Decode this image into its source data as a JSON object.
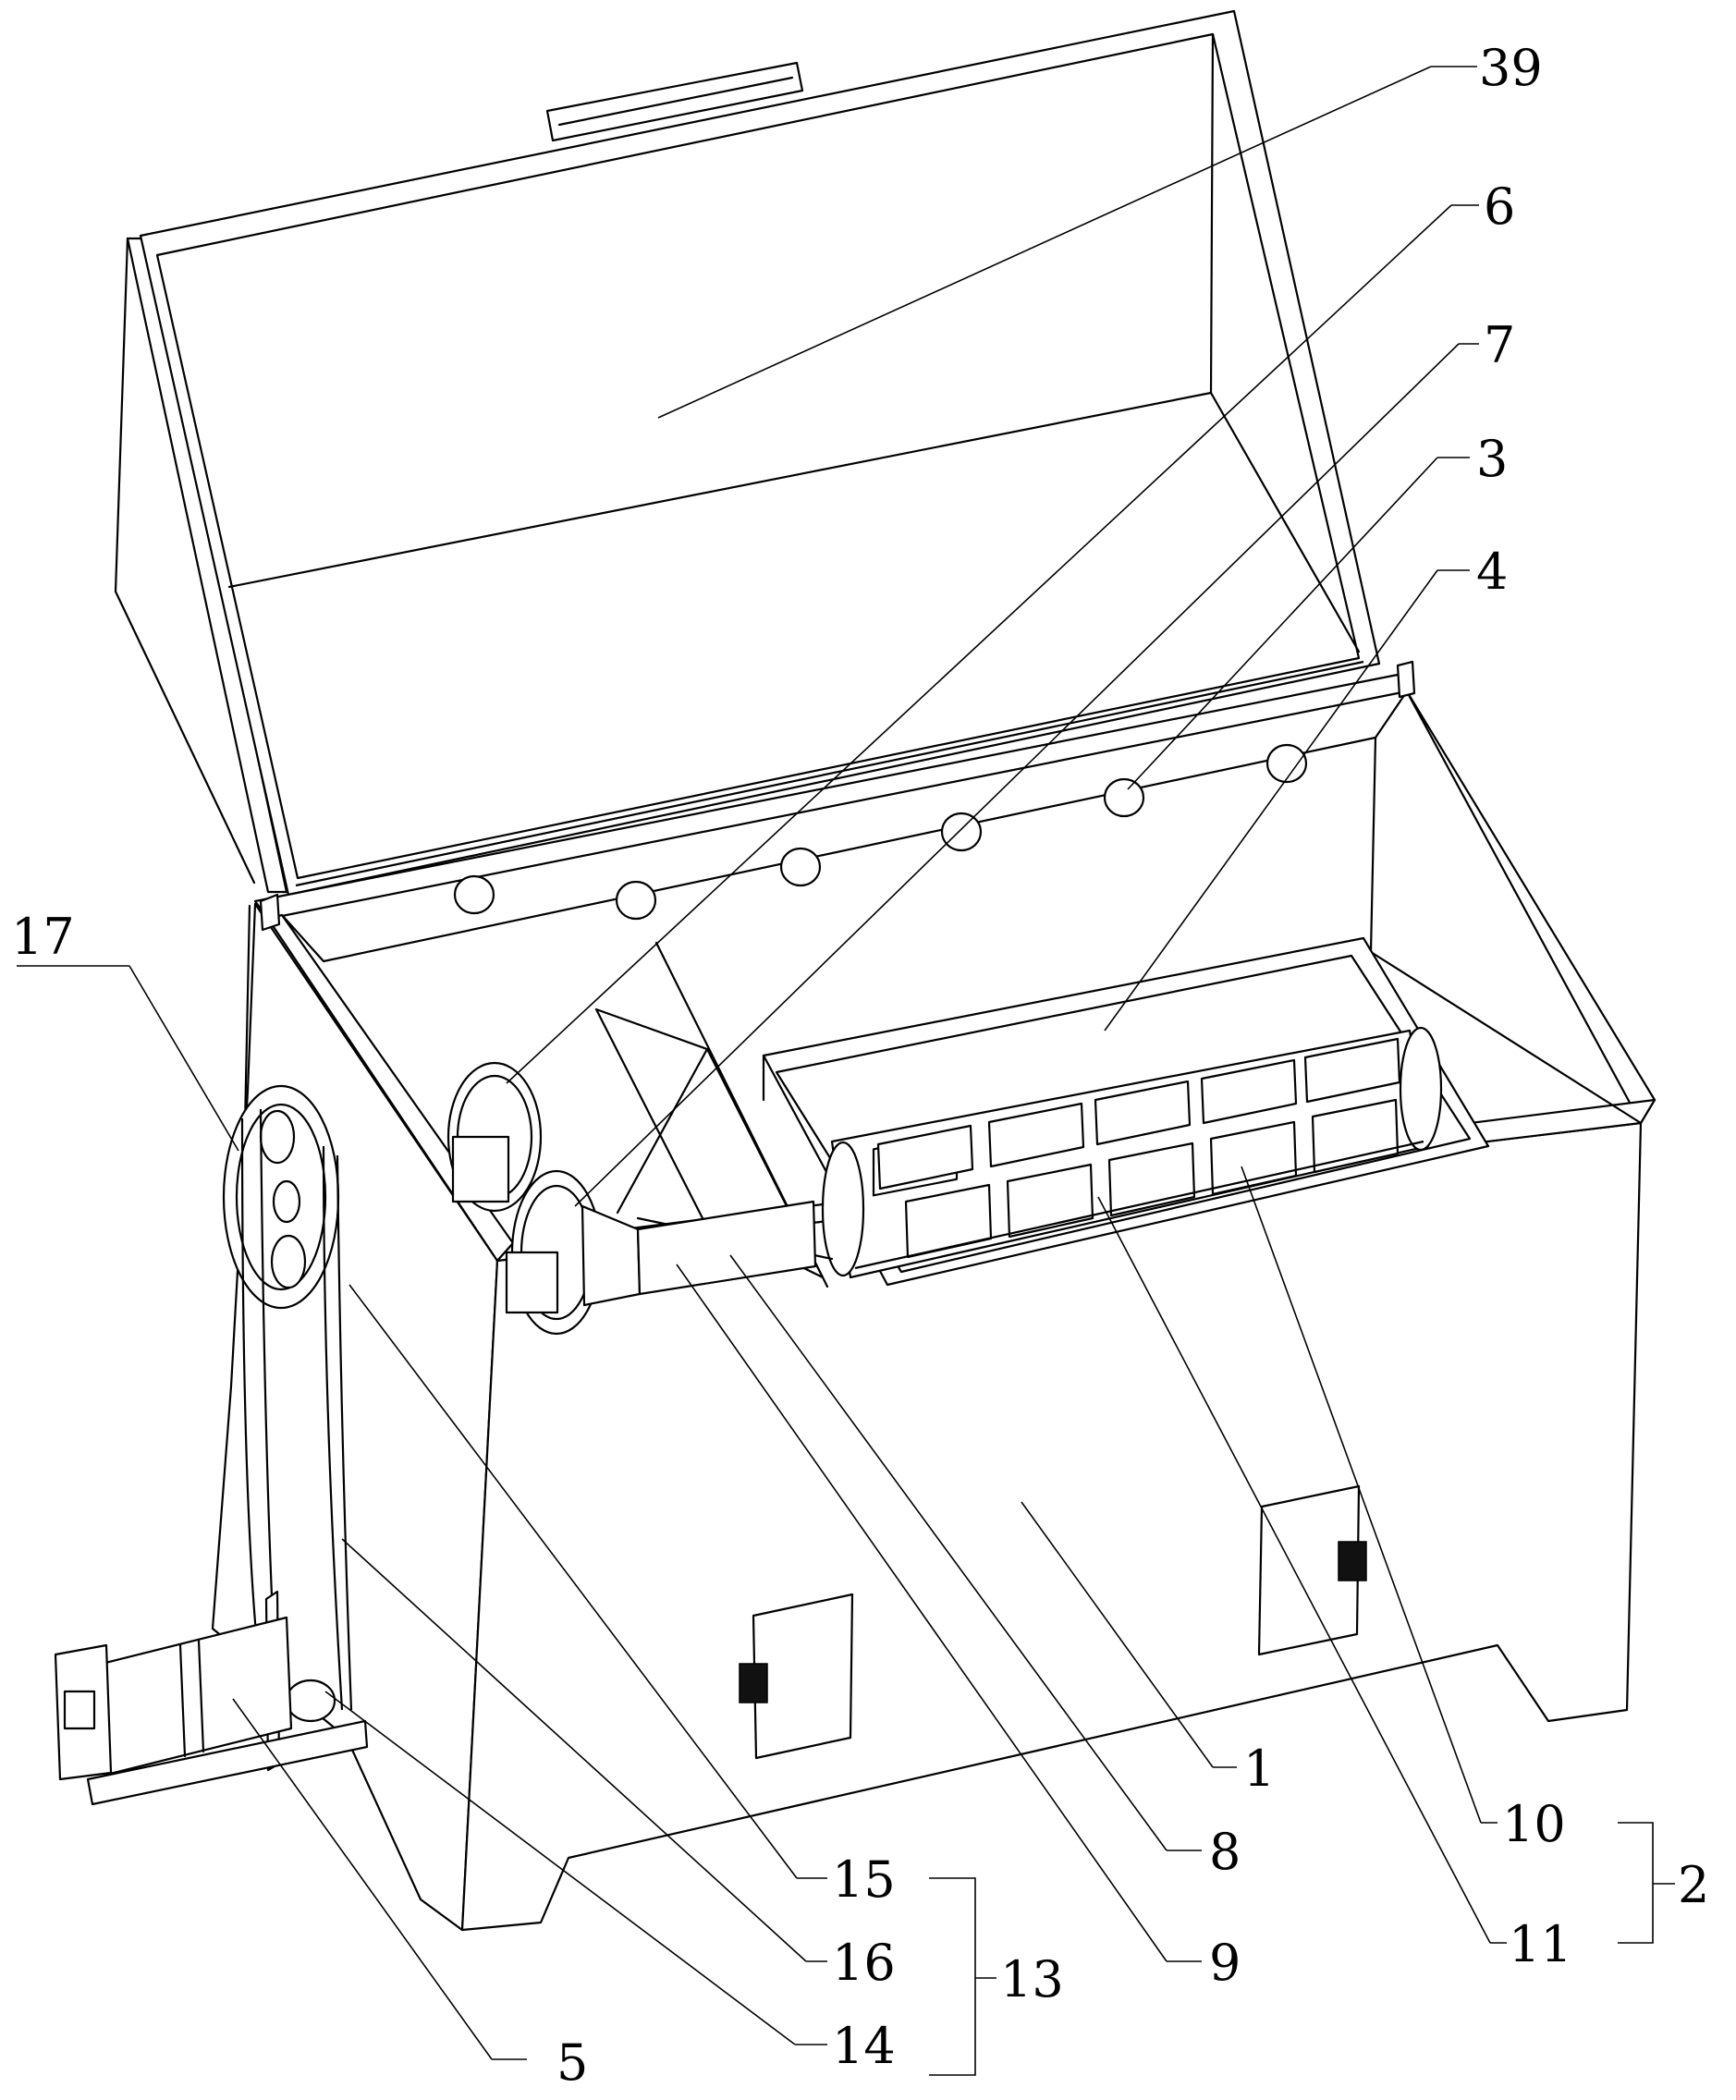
{
  "labels": {
    "l39": "39",
    "l6": "6",
    "l7": "7",
    "l3": "3",
    "l4": "4",
    "l17": "17",
    "l1": "1",
    "l8": "8",
    "l9": "9",
    "l10": "10",
    "l11": "11",
    "l2": "2",
    "l15": "15",
    "l16": "16",
    "l14": "14",
    "l13": "13",
    "l5": "5"
  }
}
